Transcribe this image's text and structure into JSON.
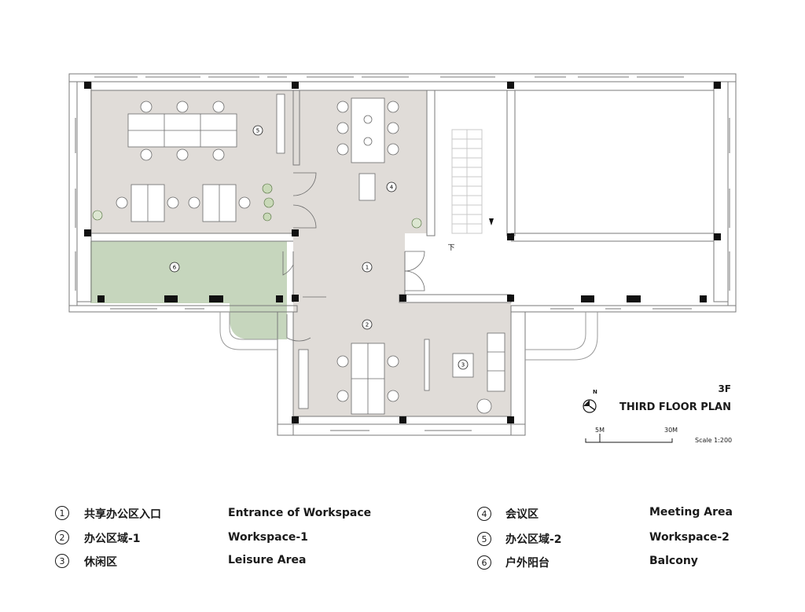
{
  "plan": {
    "floor_code": "3F",
    "floor_name": "THIRD FLOOR PLAN",
    "north_label": "N",
    "stair_label": "下",
    "scale_marks": [
      "5M",
      "30M"
    ],
    "scale_ratio": "Scale 1:200",
    "room_markers": [
      "1",
      "2",
      "3",
      "4",
      "5",
      "6"
    ],
    "colors": {
      "floor_grey": "#e0dcd8",
      "balcony_green": "#c6d6bd",
      "wall": "#7a7a7a",
      "column": "#111111",
      "plant": "#6f8f55"
    }
  },
  "legend": [
    {
      "num": "1",
      "cn": "共享办公区入口",
      "en": "Entrance of Workspace"
    },
    {
      "num": "2",
      "cn": "办公区域-1",
      "en": "Workspace-1"
    },
    {
      "num": "3",
      "cn": "休闲区",
      "en": "Leisure Area"
    },
    {
      "num": "4",
      "cn": "会议区",
      "en": "Meeting Area"
    },
    {
      "num": "5",
      "cn": "办公区域-2",
      "en": "Workspace-2"
    },
    {
      "num": "6",
      "cn": "户外阳台",
      "en": "Balcony"
    }
  ]
}
